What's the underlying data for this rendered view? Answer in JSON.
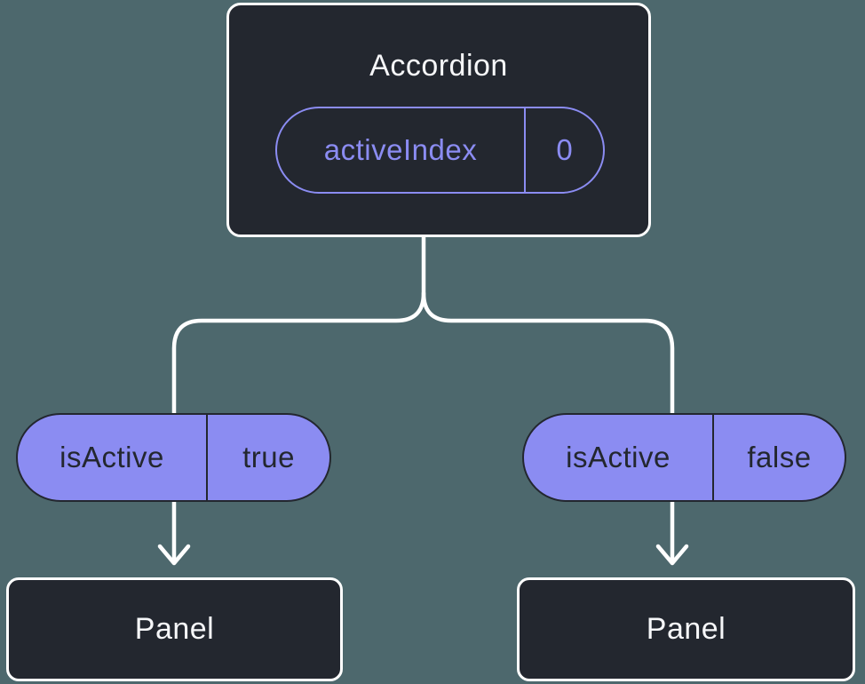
{
  "colors": {
    "background": "#4D686D",
    "node_fill": "#23272F",
    "node_border": "#FFFFFF",
    "pill_purple": "#8B8CF2",
    "pill_dark_text": "#23272F",
    "node_text": "#F6F7F9",
    "connector": "#FFFFFF"
  },
  "tree": {
    "root": {
      "title": "Accordion",
      "state": {
        "label": "activeIndex",
        "value": "0"
      }
    },
    "branches": [
      {
        "prop": {
          "label": "isActive",
          "value": "true"
        },
        "child": {
          "title": "Panel"
        }
      },
      {
        "prop": {
          "label": "isActive",
          "value": "false"
        },
        "child": {
          "title": "Panel"
        }
      }
    ]
  }
}
